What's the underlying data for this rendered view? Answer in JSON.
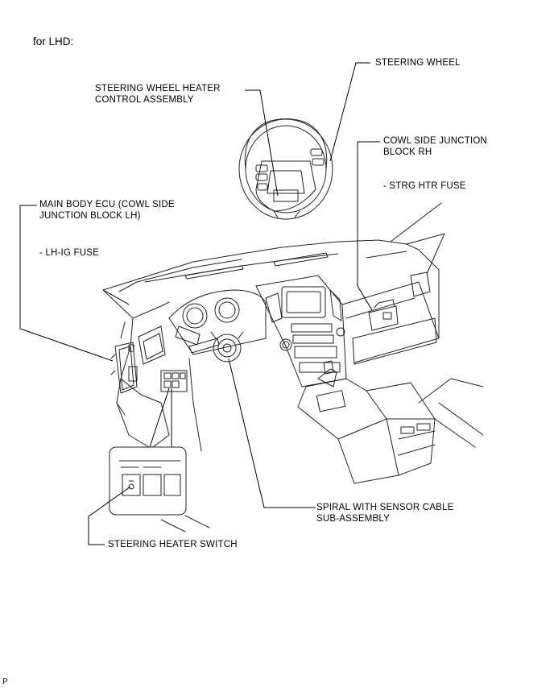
{
  "heading": "for LHD:",
  "labels": {
    "steering_wheel": "STEERING WHEEL",
    "heater_control_1": "STEERING WHEEL HEATER",
    "heater_control_2": "CONTROL ASSEMBLY",
    "cowl_rh_1": "COWL SIDE JUNCTION",
    "cowl_rh_2": "BLOCK RH",
    "strg_htr_fuse": "- STRG HTR FUSE",
    "main_ecu_1": "MAIN BODY ECU (COWL SIDE",
    "main_ecu_2": "JUNCTION BLOCK LH)",
    "lh_ig_fuse": "- LH-IG FUSE",
    "spiral_1": "SPIRAL WITH SENSOR CABLE",
    "spiral_2": "SUB-ASSEMBLY",
    "heater_switch": "STEERING HEATER SWITCH"
  },
  "footer_mark": "P"
}
